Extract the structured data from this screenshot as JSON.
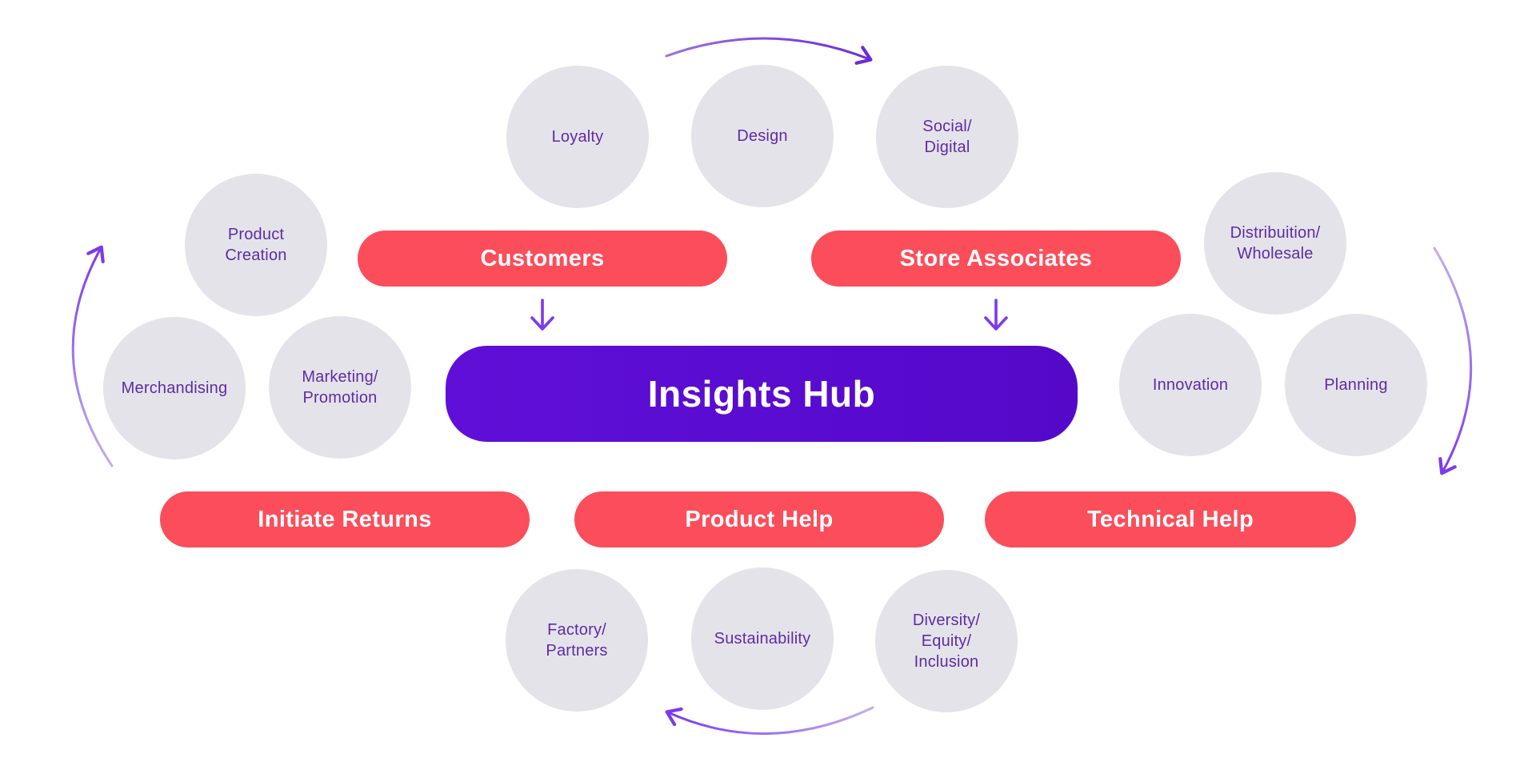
{
  "diagram": {
    "hub": {
      "label": "Insights Hub"
    },
    "channels": [
      {
        "id": "customers",
        "label": "Customers"
      },
      {
        "id": "store-associates",
        "label": "Store Associates"
      },
      {
        "id": "initiate-returns",
        "label": "Initiate Returns"
      },
      {
        "id": "product-help",
        "label": "Product Help"
      },
      {
        "id": "technical-help",
        "label": "Technical Help"
      }
    ],
    "functions": [
      {
        "id": "loyalty",
        "label": "Loyalty"
      },
      {
        "id": "design",
        "label": "Design"
      },
      {
        "id": "social-digital",
        "label": "Social/\nDigital"
      },
      {
        "id": "product-creation",
        "label": "Product\nCreation"
      },
      {
        "id": "merchandising",
        "label": "Merchandising"
      },
      {
        "id": "marketing-promotion",
        "label": "Marketing/\nPromotion"
      },
      {
        "id": "distribuition-wholesale",
        "label": "Distribuition/\nWholesale"
      },
      {
        "id": "innovation",
        "label": "Innovation"
      },
      {
        "id": "planning",
        "label": "Planning"
      },
      {
        "id": "factory-partners",
        "label": "Factory/\nPartners"
      },
      {
        "id": "sustainability",
        "label": "Sustainability"
      },
      {
        "id": "diversity-equity-inclusion",
        "label": "Diversity/\nEquity/\nInclusion"
      }
    ],
    "colors": {
      "hub_purple": "#5A0CD2",
      "pill_red": "#FB4D5A",
      "circle_gray": "#E4E3E9",
      "circle_text_purple": "#5E2CA5",
      "arrow_purple": "#7C3AED",
      "arrow_light_purple": "#B39DE6",
      "background": "#FFFFFF"
    }
  }
}
